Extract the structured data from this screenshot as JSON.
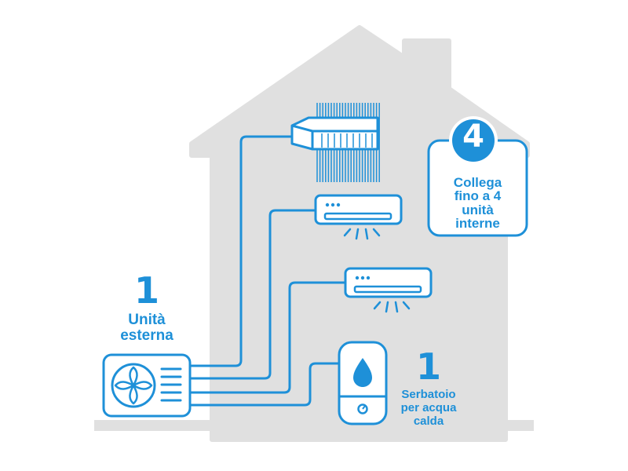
{
  "colors": {
    "accent": "#1e90d8",
    "house": "#e0e0e0",
    "white": "#ffffff"
  },
  "outdoor": {
    "count": "1",
    "label_line1": "Unità",
    "label_line2": "esterna"
  },
  "tank": {
    "count": "1",
    "label_line1": "Serbatoio",
    "label_line2": "per acqua",
    "label_line3": "calda"
  },
  "indoor": {
    "count": "4",
    "label_line1": "Collega",
    "label_line2": "fino a 4",
    "label_line3": "unità",
    "label_line4": "interne"
  },
  "icons": [
    "house-icon",
    "fan-icon",
    "duct-unit-icon",
    "split-unit-icon",
    "water-drop-icon"
  ]
}
